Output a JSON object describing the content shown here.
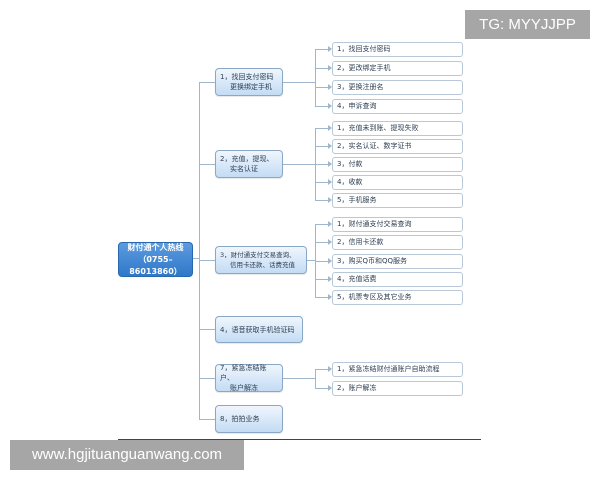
{
  "watermarks": {
    "top_right": "TG: MYYJJPP",
    "bottom_left": "www.hgjituanguanwang.com"
  },
  "diagram": {
    "type": "mind-map",
    "root": {
      "line1": "财付通个人热线",
      "line2": "（0755–86013860）"
    },
    "branches": [
      {
        "label_l1": "1，找回支付密码",
        "label_l2": "更换绑定手机",
        "children": [
          "1，找回支付密码",
          "2，更改绑定手机",
          "3，更换注册名",
          "4，申诉查询"
        ]
      },
      {
        "label_l1": "2，充值，提现、",
        "label_l2": "实名认证",
        "children": [
          "1，充值未到账、提现失败",
          "2，实名认证、数字证书",
          "3，付款",
          "4，收款",
          "5，手机服务"
        ]
      },
      {
        "label_l1": "3，财付通支付交易查询、",
        "label_l2": "信用卡还款、话费充值",
        "children": [
          "1，财付通支付交易查询",
          "2，信用卡还款",
          "3，购买Q币和QQ服务",
          "4，充值话费",
          "5，机票专区及其它业务"
        ]
      },
      {
        "label_l1": "4，语音获取手机验证码",
        "label_l2": "",
        "children": []
      },
      {
        "label_l1": "7，紧急冻结账户、",
        "label_l2": "账户解冻",
        "children": [
          "1，紧急冻结财付通账户自助流程",
          "2，账户解冻"
        ]
      },
      {
        "label_l1": "8，拍拍业务",
        "label_l2": "",
        "children": []
      }
    ]
  },
  "colors": {
    "root": "#2f78c8",
    "connector": "#9fb6cc",
    "mid_fill": "#c3dcf4",
    "watermark_bg": "#a6a6a6"
  }
}
